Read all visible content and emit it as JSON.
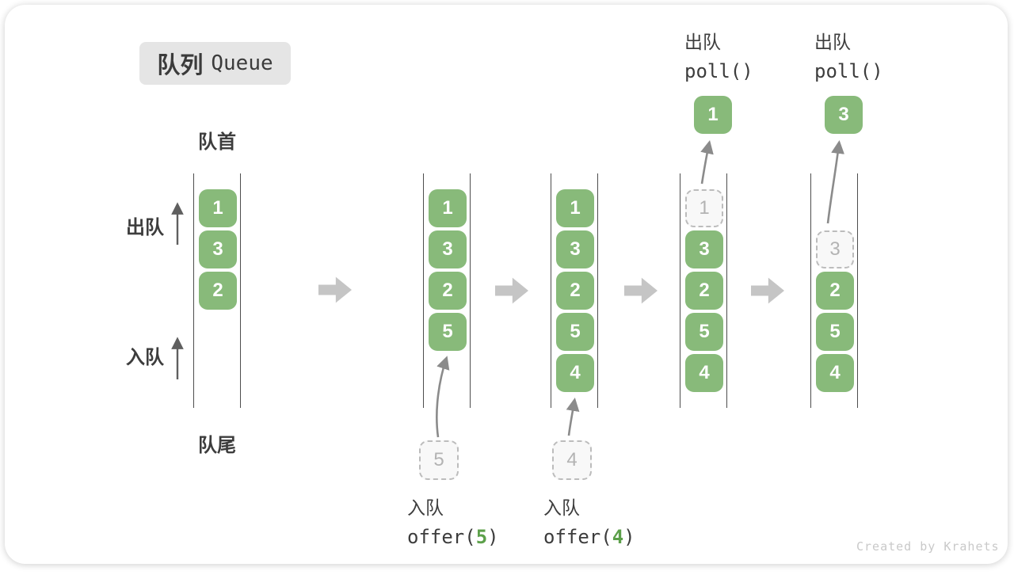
{
  "title": {
    "zh": "队列",
    "en": "Queue"
  },
  "labels": {
    "front": "队首",
    "rear": "队尾",
    "dequeue": "出队",
    "enqueue": "入队"
  },
  "operations": {
    "offer5": {
      "label": "入队",
      "fn": "offer(",
      "arg": "5",
      "end": ")"
    },
    "offer4": {
      "label": "入队",
      "fn": "offer(",
      "arg": "4",
      "end": ")"
    },
    "poll1": {
      "label": "出队",
      "code": "poll()"
    },
    "poll2": {
      "label": "出队",
      "code": "poll()"
    }
  },
  "states": [
    {
      "items": [
        "1",
        "3",
        "2"
      ]
    },
    {
      "items": [
        "1",
        "3",
        "2",
        "5"
      ],
      "pending": "5"
    },
    {
      "items": [
        "1",
        "3",
        "2",
        "5",
        "4"
      ],
      "pending": "4"
    },
    {
      "ghost": "1",
      "items": [
        "3",
        "2",
        "5",
        "4"
      ],
      "popped": "1"
    },
    {
      "ghost": "3",
      "items": [
        "2",
        "5",
        "4"
      ],
      "popped": "3"
    }
  ],
  "watermark": "Created by Krahets",
  "colors": {
    "box_green": "#88ba7a",
    "argument_green": "#5ca04a",
    "text_ink": "#3c3c3c",
    "ghost_gray": "#b3b3b3",
    "block_arrow_gray": "#c5c5c5",
    "curved_arrow_gray": "#8b8b8b",
    "wall_line": "#4d4d4d",
    "badge_background": "#e5e5e5"
  }
}
